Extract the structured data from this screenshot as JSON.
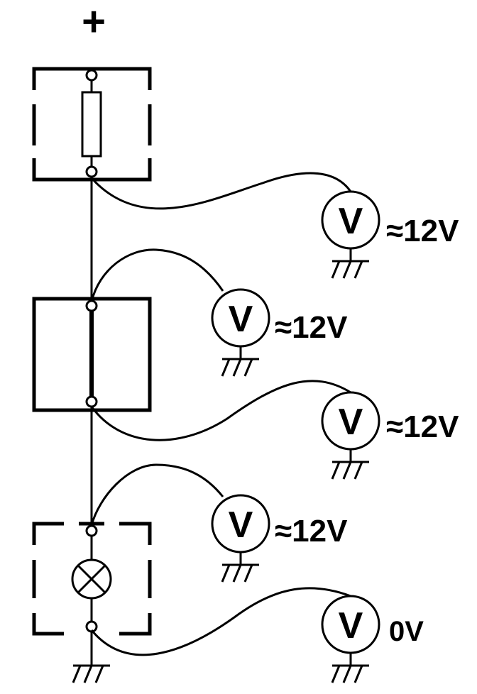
{
  "supply": {
    "polarity_symbol": "+"
  },
  "meters": [
    {
      "symbol": "V",
      "reading": "≈12V"
    },
    {
      "symbol": "V",
      "reading": "≈12V"
    },
    {
      "symbol": "V",
      "reading": "≈12V"
    },
    {
      "symbol": "V",
      "reading": "≈12V"
    },
    {
      "symbol": "V",
      "reading": "0V"
    }
  ],
  "colors": {
    "line": "#000000",
    "background": "#ffffff"
  }
}
